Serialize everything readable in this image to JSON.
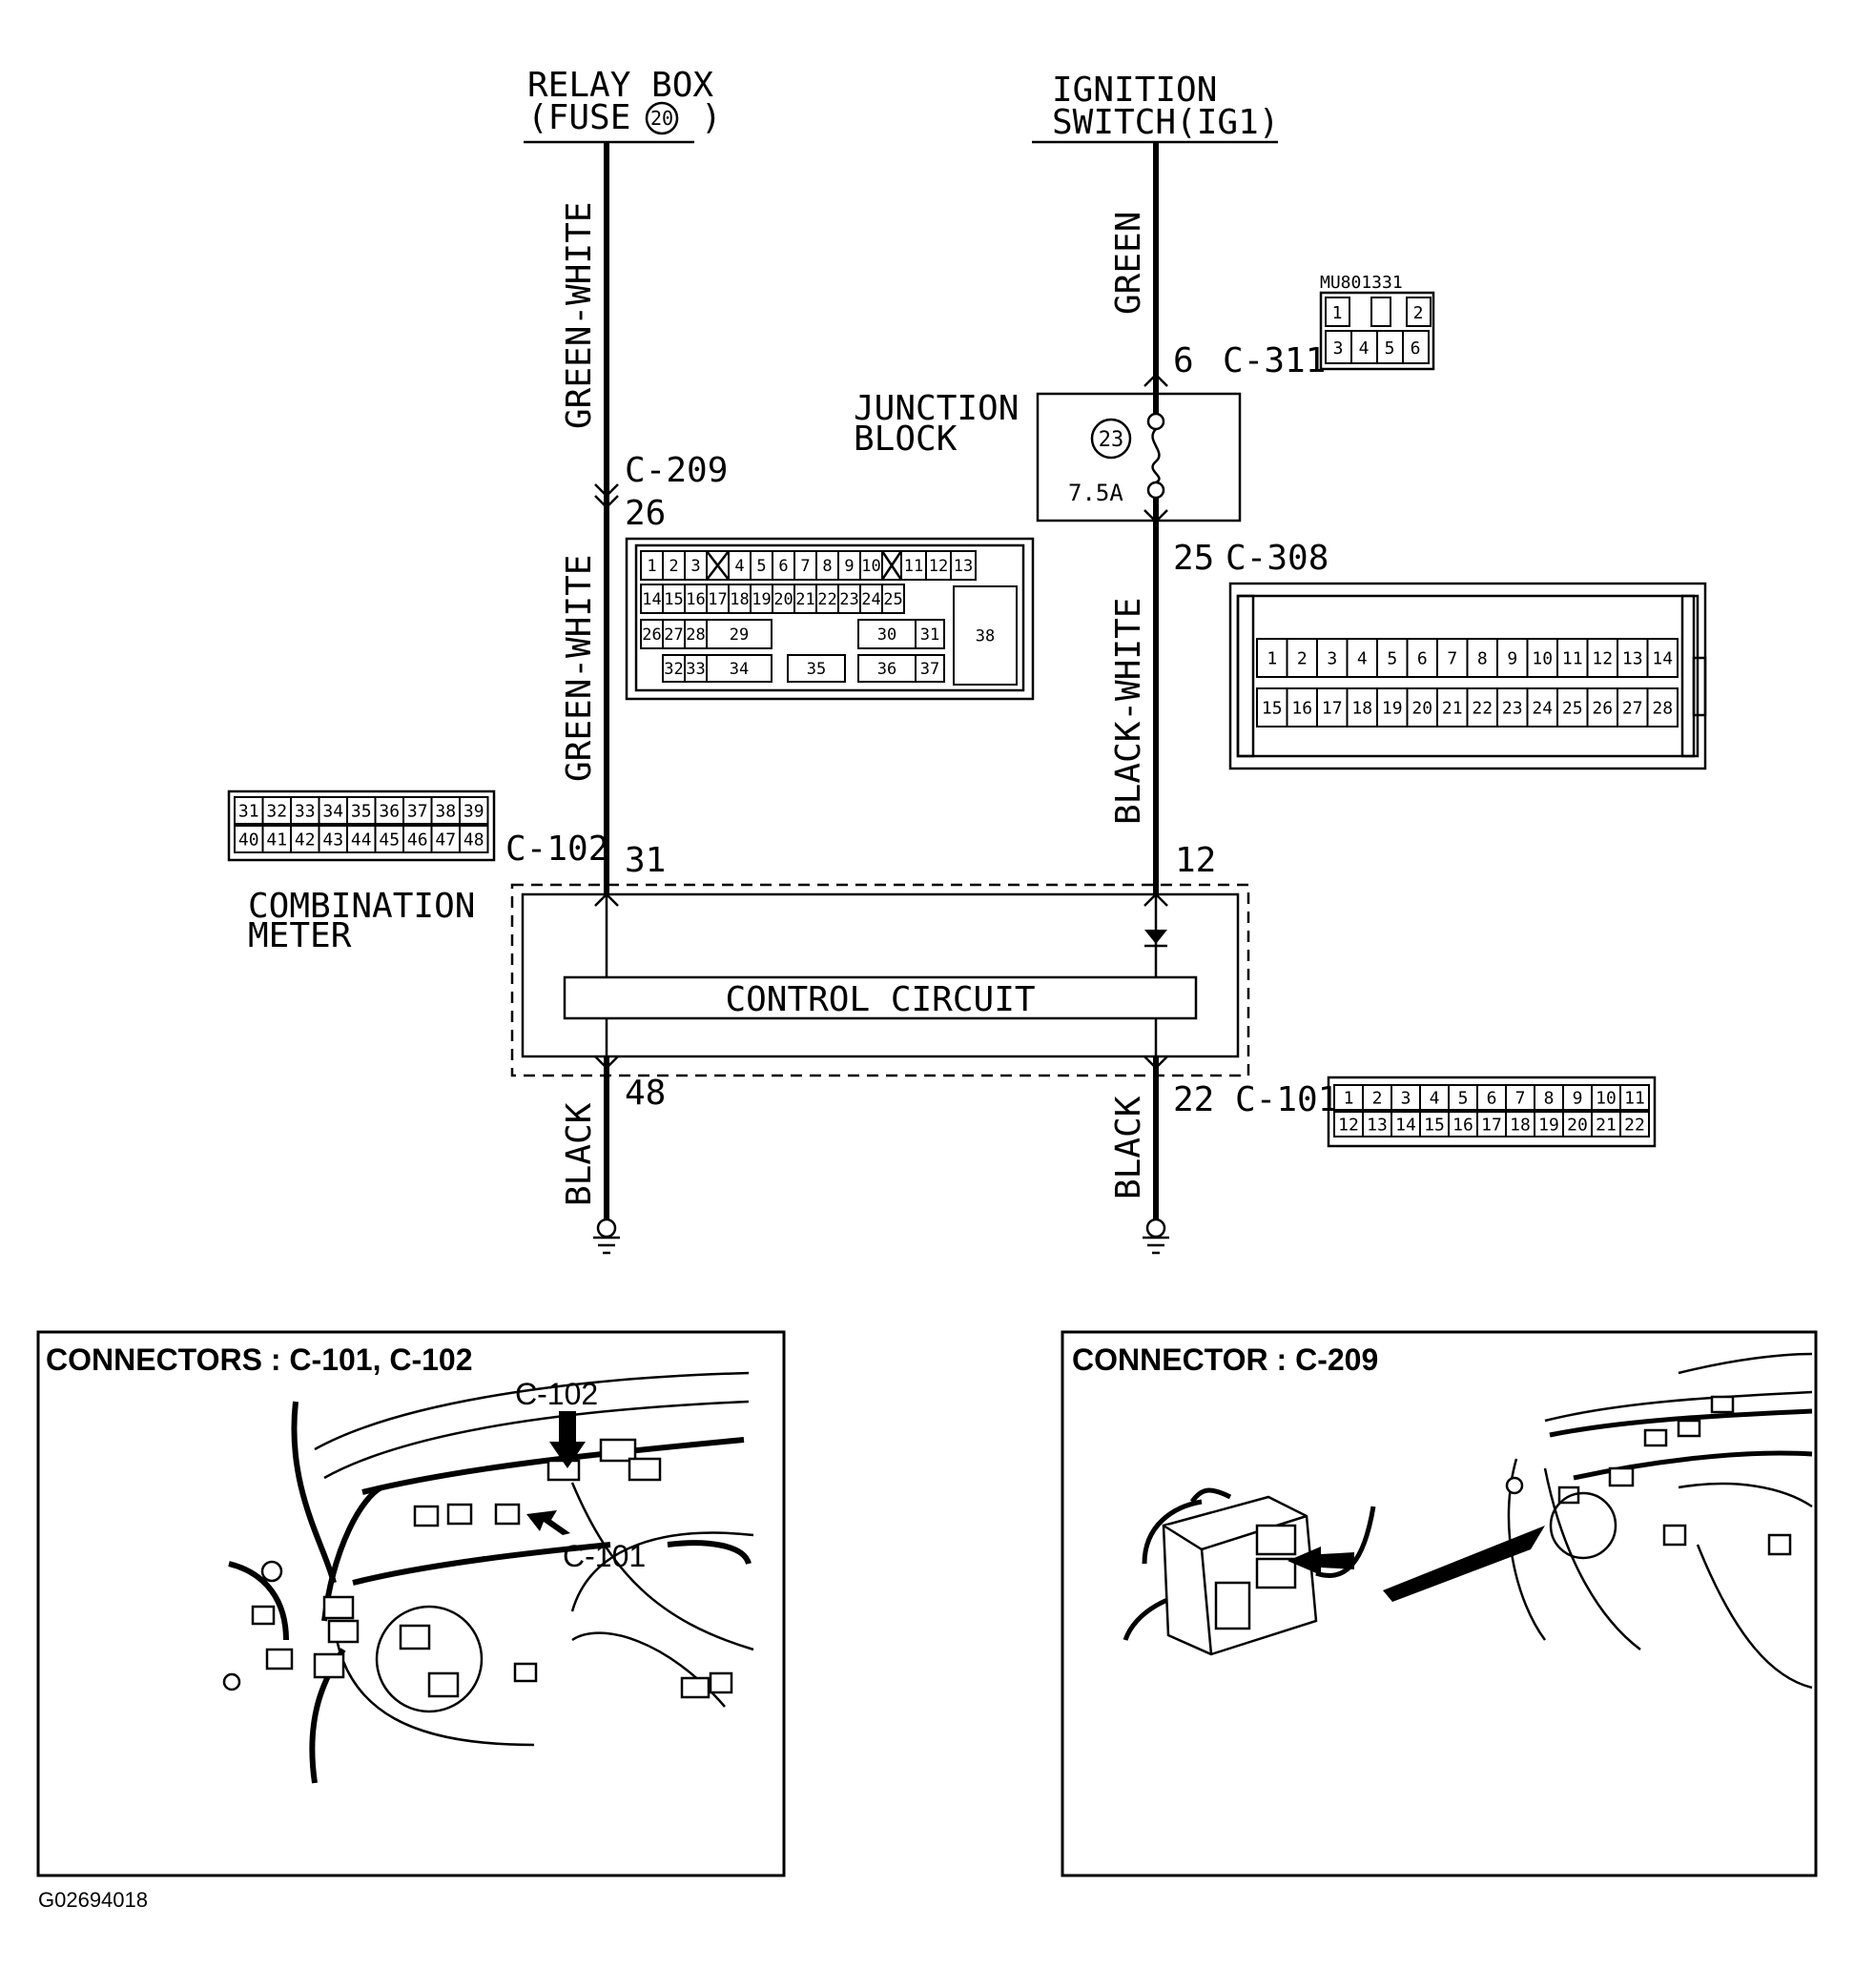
{
  "power_sources": {
    "relay_box_line1": "RELAY BOX",
    "relay_box_line2_prefix": "(FUSE ",
    "relay_box_fuse": "20",
    "relay_box_line2_suffix": ")",
    "ignition_line1": "IGNITION",
    "ignition_line2": "SWITCH(IG1)"
  },
  "wires": {
    "left_top": "GREEN-WHITE",
    "left_mid": "GREEN-WHITE",
    "left_bottom": "BLACK",
    "right_top": "GREEN",
    "right_mid": "BLACK-WHITE",
    "right_bottom": "BLACK"
  },
  "junction_block": {
    "line1": "JUNCTION",
    "line2": "BLOCK",
    "fuse_number": "23",
    "fuse_rating": "7.5A"
  },
  "pins": {
    "c311": {
      "pin": "6",
      "connector": "C-311"
    },
    "c209": {
      "connector": "C-209",
      "pin": "26"
    },
    "c308": {
      "pin": "25",
      "connector": "C-308"
    },
    "c102": {
      "connector": "C-102",
      "pin": "31"
    },
    "meter_right": "12",
    "c101": {
      "pin": "22",
      "connector": "C-101"
    },
    "meter_bottom_left": "48"
  },
  "meter": {
    "line1": "COMBINATION",
    "line2": "METER",
    "control_circuit": "CONTROL CIRCUIT"
  },
  "connector_faces": {
    "mu_part_number": "MU801331",
    "c311_top": [
      "1",
      "",
      "2"
    ],
    "c311_bottom": [
      "3",
      "4",
      "5",
      "6"
    ],
    "c209_row1": [
      "1",
      "2",
      "3",
      "4",
      "5",
      "6",
      "7",
      "8",
      "9",
      "10",
      "11",
      "12",
      "13"
    ],
    "c209_row2": [
      "14",
      "15",
      "16",
      "17",
      "18",
      "19",
      "20",
      "21",
      "22",
      "23",
      "24",
      "25"
    ],
    "c209_row3": [
      "26",
      "27",
      "28",
      "29",
      "30",
      "31",
      "38"
    ],
    "c209_row4": [
      "32",
      "33",
      "34",
      "35",
      "36",
      "37"
    ],
    "c308_row1": [
      "1",
      "2",
      "3",
      "4",
      "5",
      "6",
      "7",
      "8",
      "9",
      "10",
      "11",
      "12",
      "13",
      "14"
    ],
    "c308_row2": [
      "15",
      "16",
      "17",
      "18",
      "19",
      "20",
      "21",
      "22",
      "23",
      "24",
      "25",
      "26",
      "27",
      "28"
    ],
    "c102_row1": [
      "31",
      "32",
      "33",
      "34",
      "35",
      "36",
      "37",
      "38",
      "39"
    ],
    "c102_row2": [
      "40",
      "41",
      "42",
      "43",
      "44",
      "45",
      "46",
      "47",
      "48"
    ],
    "c101_row1": [
      "1",
      "2",
      "3",
      "4",
      "5",
      "6",
      "7",
      "8",
      "9",
      "10",
      "11"
    ],
    "c101_row2": [
      "12",
      "13",
      "14",
      "15",
      "16",
      "17",
      "18",
      "19",
      "20",
      "21",
      "22"
    ]
  },
  "location_panels": {
    "left_title": "CONNECTORS : C-101, C-102",
    "left_callout_top": "C-102",
    "left_callout_bottom": "C-101",
    "right_title": "CONNECTOR : C-209"
  },
  "figure_id": "G02694018"
}
